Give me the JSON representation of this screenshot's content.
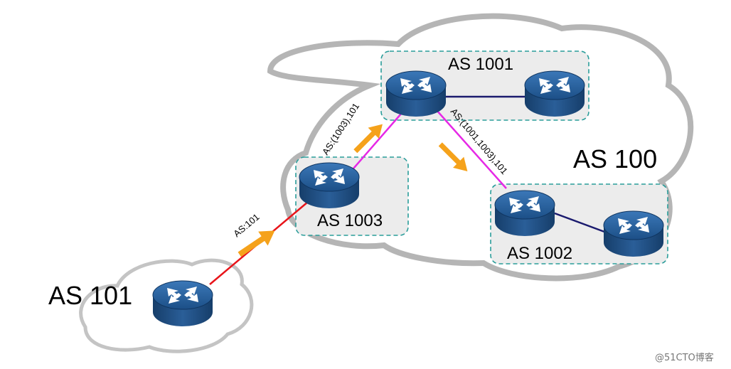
{
  "diagram": {
    "as_labels": {
      "as100": "AS 100",
      "as101": "AS 101",
      "as1001": "AS 1001",
      "as1002": "AS 1002",
      "as1003": "AS 1003"
    },
    "path_labels": {
      "to_as1003": "AS:101",
      "to_as1001": "AS:(1003),101",
      "to_as1002": "AS:(1001,1003),101"
    },
    "watermark": "@51CTO博客",
    "colors": {
      "cloud_outline": "#b5b5b5",
      "confed_box_fill": "#ececec",
      "confed_box_border": "#2a9d9a",
      "router_body": "#1f4f86",
      "link_ebgp": "#e8141a",
      "link_confed": "#e628e6",
      "link_ibgp": "#1a1a6e",
      "arrow": "#f5a21b"
    },
    "icons": [
      "router-icon",
      "cloud-shape",
      "update-arrow"
    ]
  }
}
